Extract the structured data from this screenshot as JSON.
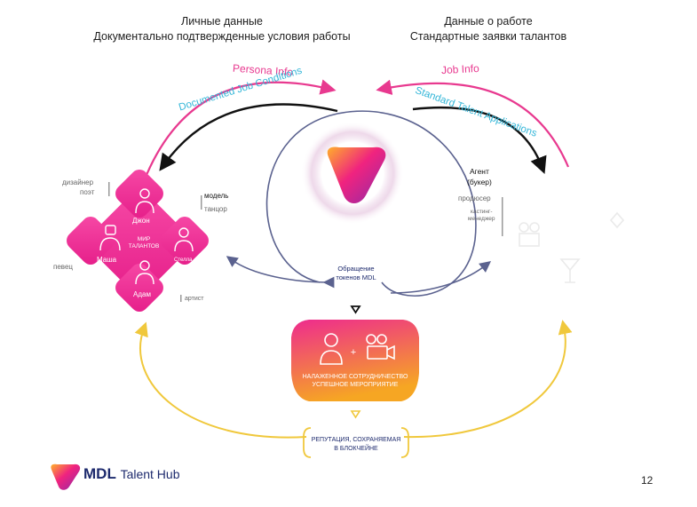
{
  "header_left": {
    "line1": "Личные данные",
    "line2": "Документально подтвержденные условия работы"
  },
  "header_right": {
    "line1": "Данные о работе",
    "line2": "Стандартные заявки талантов"
  },
  "arc_labels": {
    "persona_info": "Persona Info",
    "documented_job": "Documented Job Conditions",
    "job_info": "Job Info",
    "standard_apps": "Standard Talent Applications"
  },
  "talent_world": {
    "center_line1": "МИР",
    "center_line2": "ТАЛАНТОВ",
    "names": {
      "top": "Джон",
      "left": "Маша",
      "right": "Стелла",
      "bottom": "Адам"
    }
  },
  "left_roles": {
    "designer": "дизайнер",
    "poet": "поэт",
    "model": "модель",
    "dancer": "танцор",
    "singer": "певец",
    "artist": "артист"
  },
  "right_roles": {
    "agent_line1": "Агент",
    "agent_line2": "(букер)",
    "producer": "продюсер",
    "casting_line1": "кастинг-",
    "casting_line2": "менеджер"
  },
  "token_label": {
    "line1": "Обращение",
    "line2": "токенов MDL"
  },
  "collab_box": {
    "line1": "НАЛАЖЕННОЕ СОТРУДНИЧЕСТВО",
    "line2": "УСПЕШНОЕ МЕРОПРИЯТИЕ"
  },
  "reputation": {
    "line1": "РЕПУТАЦИЯ, СОХРАНЯЕМАЯ",
    "line2": "В БЛОКЧЕЙНЕ"
  },
  "brand": {
    "name": "MDL",
    "suffix": "Talent Hub"
  },
  "page_number": "12",
  "colors": {
    "pink": "#e8398f",
    "magenta": "#ef2a8c",
    "cyan": "#33b6d8",
    "navy": "#5b628f",
    "yellow": "#f0c83c",
    "dark": "#1d2a6d"
  }
}
